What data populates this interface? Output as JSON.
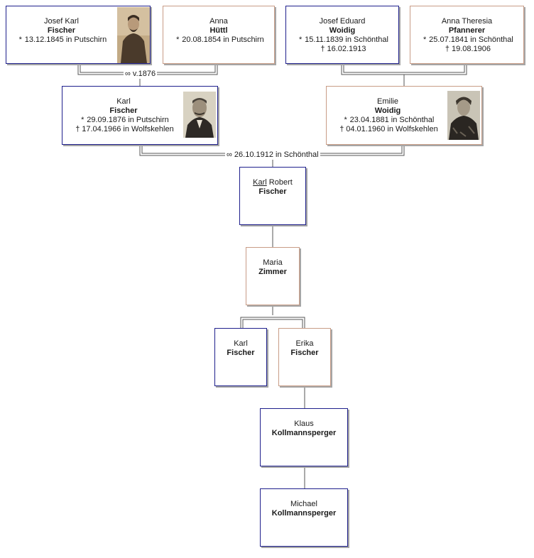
{
  "persons": {
    "josef_karl": {
      "given": "Josef Karl",
      "surname": "Fischer",
      "birth": "13.12.1845 in Putschirn"
    },
    "anna": {
      "given": "Anna",
      "surname": "Hüttl",
      "birth": "20.08.1854 in Putschirn"
    },
    "josef_eduard": {
      "given": "Josef Eduard",
      "surname": "Woidig",
      "birth": "15.11.1839 in Schönthal",
      "death": "16.02.1913"
    },
    "anna_theresia": {
      "given": "Anna Theresia",
      "surname": "Pfannerer",
      "birth": "25.07.1841 in Schönthal",
      "death": "19.08.1906"
    },
    "karl_sen": {
      "given": "Karl",
      "surname": "Fischer",
      "birth": "29.09.1876 in Putschirn",
      "death": "17.04.1966 in Wolfskehlen"
    },
    "emilie": {
      "given": "Emilie",
      "surname": "Woidig",
      "birth": "23.04.1881 in Schönthal",
      "death": "04.01.1960 in Wolfskehlen"
    },
    "karl_robert": {
      "given_underlined": "Karl",
      "given_rest": " Robert",
      "surname": "Fischer"
    },
    "maria": {
      "given": "Maria",
      "surname": "Zimmer"
    },
    "karl_jun": {
      "given": "Karl",
      "surname": "Fischer"
    },
    "erika": {
      "given": "Erika",
      "surname": "Fischer"
    },
    "klaus": {
      "given": "Klaus",
      "surname": "Kollmannsperger"
    },
    "michael": {
      "given": "Michael",
      "surname": "Kollmannsperger"
    }
  },
  "marriages": {
    "m1": "v.1876",
    "m2": "26.10.1912 in Schönthal"
  },
  "symbols": {
    "birth": "*",
    "death": "†",
    "marriage": "∞"
  }
}
